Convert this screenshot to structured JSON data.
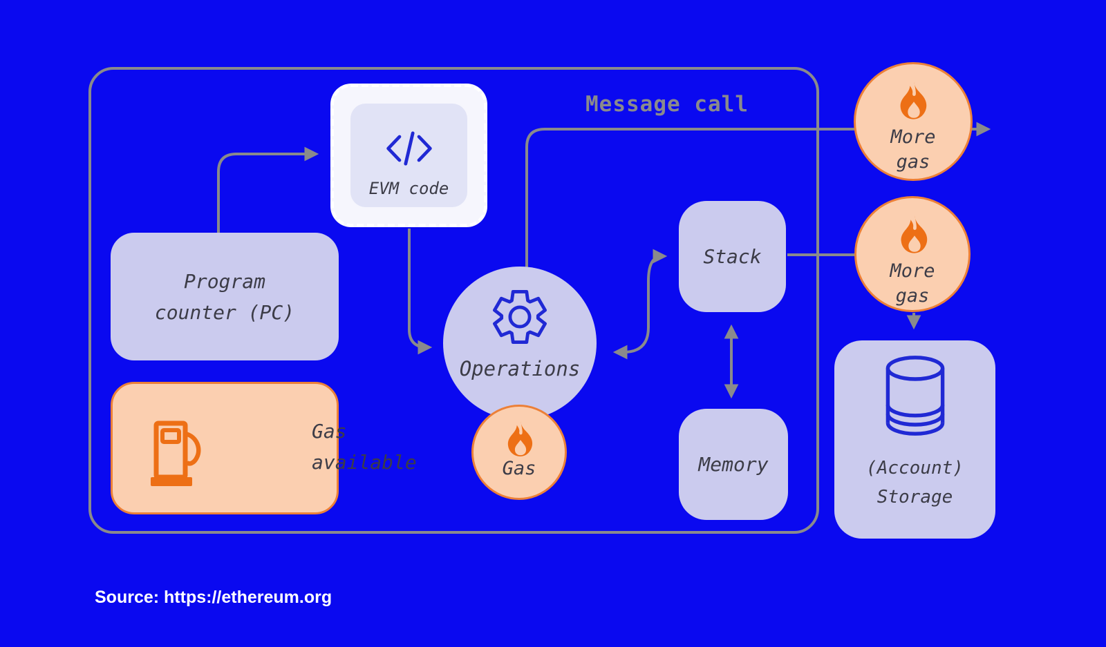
{
  "title": {
    "label": "Message call"
  },
  "nodes": {
    "evm_code": {
      "label": "EVM code",
      "icon": "code-icon"
    },
    "program_counter": {
      "line1": "Program",
      "line2": "counter (PC)"
    },
    "gas_available": {
      "line1": "Gas",
      "line2": "available",
      "icon": "gas-pump-icon"
    },
    "operations": {
      "label": "Operations",
      "icon": "gear-icon"
    },
    "gas": {
      "label": "Gas",
      "icon": "flame-icon"
    },
    "stack": {
      "label": "Stack"
    },
    "memory": {
      "label": "Memory"
    },
    "more_gas_top": {
      "line1": "More",
      "line2": "gas",
      "icon": "flame-icon"
    },
    "more_gas_middle": {
      "line1": "More",
      "line2": "gas",
      "icon": "flame-icon"
    },
    "account_storage": {
      "line1": "(Account)",
      "line2": "Storage",
      "icon": "database-icon"
    }
  },
  "footer": {
    "source": "Source: https://ethereum.org"
  },
  "colors": {
    "background": "#0a09f0",
    "connector_gray": "#8a8a8c",
    "lavender_fill": "#cbcbee",
    "peach_fill": "#fbcfb0",
    "orange_border": "#ec8038",
    "orange_icon": "#ed6f15",
    "blue_icon": "#2029d4",
    "label_text": "#3c3c47",
    "title_text": "#8a8a8c",
    "evm_outer_fill": "#f6f6fd",
    "evm_inner_fill": "#e1e3f6",
    "source_text": "#ffffff"
  }
}
